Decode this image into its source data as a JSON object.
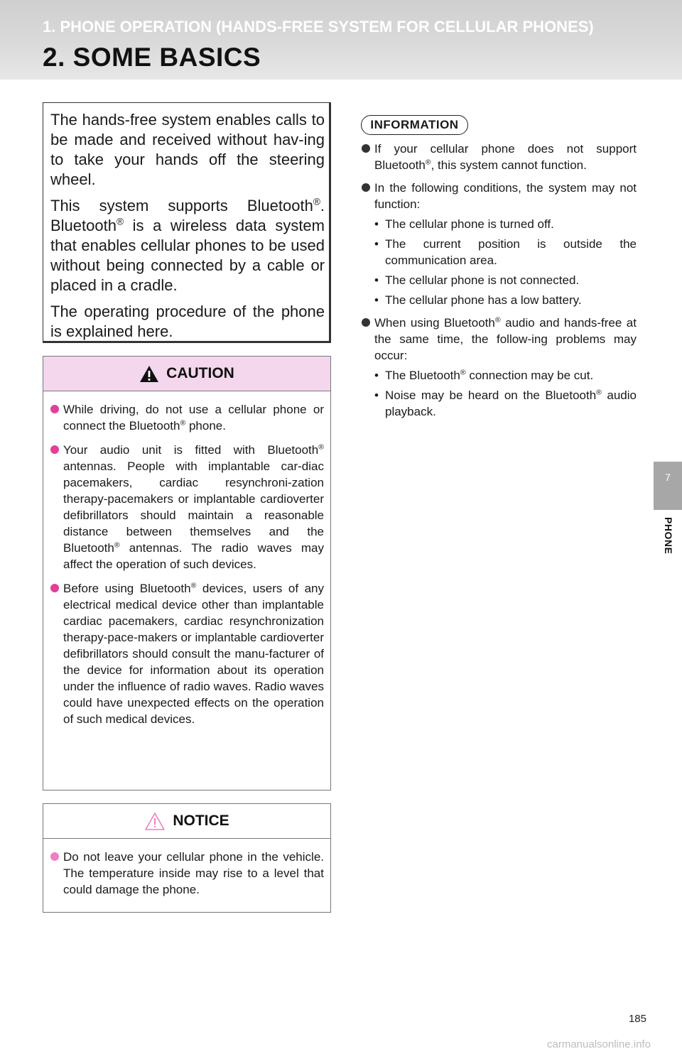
{
  "header": {
    "section_title": "1. PHONE OPERATION (HANDS-FREE SYSTEM FOR CELLULAR PHONES)",
    "page_title": "2. SOME BASICS"
  },
  "side_tab": {
    "number": "7",
    "label": "PHONE"
  },
  "intro": {
    "p1": "The hands-free system enables calls to be made and received without hav-ing to take your hands off the steering wheel.",
    "p2_a": "This system supports Bluetooth",
    "p2_b": ". Bluetooth",
    "p2_c": " is a wireless data system that enables cellular phones to be used without being connected by a cable or placed in a cradle.",
    "p3": "The operating procedure of the phone is explained here."
  },
  "reg_mark": "®",
  "caution": {
    "title": "CAUTION",
    "b1_a": "While driving, do not use a cellular phone or connect the Bluetooth",
    "b1_b": " phone.",
    "b2_a": "Your audio unit is fitted with Bluetooth",
    "b2_b": " antennas. People with implantable car-diac pacemakers, cardiac resynchroni-zation therapy-pacemakers or implantable cardioverter defibrillators should maintain a reasonable distance between themselves and the Bluetooth",
    "b2_c": " antennas. The radio waves may affect the operation of such devices.",
    "b3_a": "Before using Bluetooth",
    "b3_b": " devices, users of any electrical medical device other than implantable cardiac pacemakers, cardiac resynchronization therapy-pace-makers or implantable cardioverter defibrillators should consult the manu-facturer of the device for information about its operation under the influence of radio waves. Radio waves could have unexpected effects on the operation of such medical devices."
  },
  "notice": {
    "title": "NOTICE",
    "b1": "Do not leave your cellular phone in the vehicle. The temperature inside may rise to a level that could damage the phone."
  },
  "information": {
    "title": "INFORMATION",
    "i1_a": "If your cellular phone does not support Bluetooth",
    "i1_b": ", this system cannot function.",
    "i2": "In the following conditions, the system may not function:",
    "i2_subs": [
      "The cellular phone is turned off.",
      "The current position is outside the communication area.",
      "The cellular phone is not connected.",
      "The cellular phone has a low battery."
    ],
    "i3_a": "When using Bluetooth",
    "i3_b": " audio and hands-free at the same time, the follow-ing problems may occur:",
    "i3_sub1_a": "The Bluetooth",
    "i3_sub1_b": " connection may be cut.",
    "i3_sub2_a": "Noise may be heard on the Bluetooth",
    "i3_sub2_b": " audio playback.",
    "sub_marker": "•"
  },
  "page_number": "185",
  "watermark": "carmanualsonline.info",
  "colors": {
    "caution_header_bg": "#f4d7ec",
    "caution_bullet": "#e23f96",
    "notice_bullet": "#f07ec0",
    "side_tab_bg": "#a7a7a7"
  },
  "icons": {
    "caution": "warning-triangle-filled-icon",
    "notice": "warning-triangle-outline-icon"
  }
}
